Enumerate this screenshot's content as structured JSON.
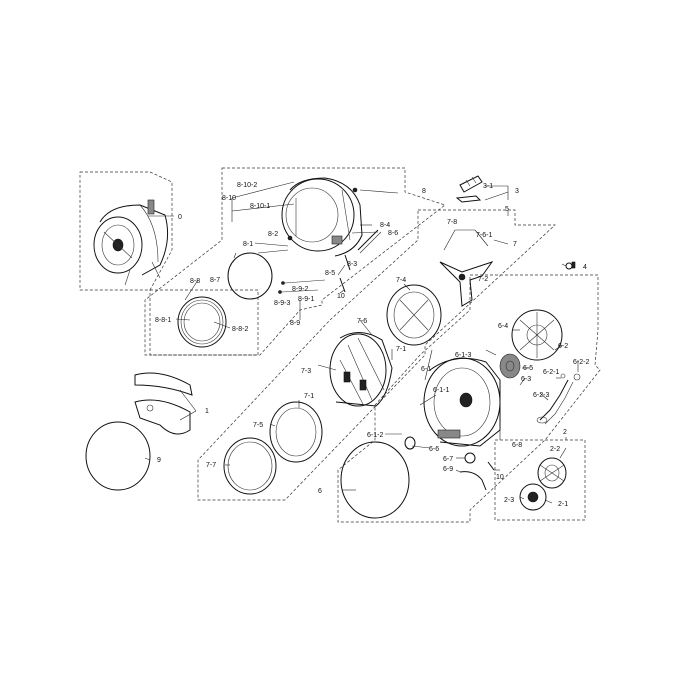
{
  "callouts": {
    "c0": "0",
    "c1": "1",
    "c2": "2",
    "c2_1": "2-1",
    "c2_2": "2-2",
    "c2_3": "2-3",
    "c3": "3",
    "c3_1": "3-1",
    "c4": "4",
    "c5": "5",
    "c6": "6",
    "c6_1": "6-1",
    "c6_1_1": "6-1-1",
    "c6_1_2": "6-1-2",
    "c6_1_3": "6-1-3",
    "c6_2": "6-2",
    "c6_2_1": "6-2-1",
    "c6_2_2": "6-2-2",
    "c6_2_3": "6-2-3",
    "c6_3": "6-3",
    "c6_4": "6-4",
    "c6_5": "6-5",
    "c6_6": "6-6",
    "c6_7": "6-7",
    "c6_8": "6-8",
    "c6_9": "6-9",
    "c7": "7",
    "c7_1a": "7-1",
    "c7_1b": "7-1",
    "c7_2": "7-2",
    "c7_3": "7-3",
    "c7_4": "7-4",
    "c7_5": "7-5",
    "c7_6": "7-6",
    "c7_6_1": "7-6-1",
    "c7_7": "7-7",
    "c7_8": "7-8",
    "c8": "8",
    "c8_1": "8-1",
    "c8_2": "8-2",
    "c8_3": "8-3",
    "c8_4": "8-4",
    "c8_5": "8-5",
    "c8_6": "8-6",
    "c8_7": "8-7",
    "c8_8": "8-8",
    "c8_8_1": "8-8-1",
    "c8_8_2": "8-8-2",
    "c8_9": "8-9",
    "c8_9_1": "8-9-1",
    "c8_9_2": "8-9-2",
    "c8_9_3": "8-9-3",
    "c8_10": "8-10",
    "c8_10_1": "8-10-1",
    "c8_10_2": "8-10-2",
    "c9": "9",
    "c10a": "10",
    "c10b": "10"
  },
  "icons": {
    "tub_assembly": "washer-tub-assembly-icon",
    "drum": "drum-icon",
    "spider": "spider-flange-icon",
    "rotor": "rotor-icon",
    "stator": "stator-icon",
    "gasket": "door-gasket-icon",
    "ring": "ring-icon"
  },
  "colors": {
    "line": "#111111",
    "dashed": "#333333",
    "background": "#ffffff"
  }
}
